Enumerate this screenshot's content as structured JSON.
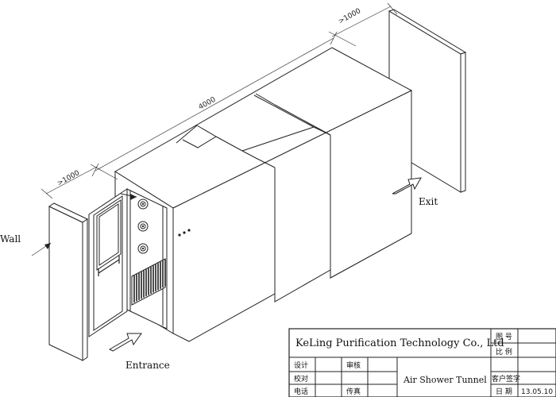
{
  "labels": {
    "wall": "Wall",
    "entrance": "Entrance",
    "exit": "Exit"
  },
  "dimensions": {
    "overall_length": "4000",
    "entrance_clearance": ">1000",
    "exit_clearance": ">1000"
  },
  "title_block": {
    "company": "KeLing Purification Technology Co., Ltd",
    "drawing_no_label": "图 号",
    "scale_label": "比 例",
    "design_label": "设计",
    "check_label": "校对",
    "phone_label": "电话",
    "review_label": "审核",
    "fax_label": "传真",
    "product_name": "Air Shower Tunnel",
    "customer_sign_label": "客户签字",
    "date_label": "日 期",
    "date_value": "13.05.10"
  }
}
